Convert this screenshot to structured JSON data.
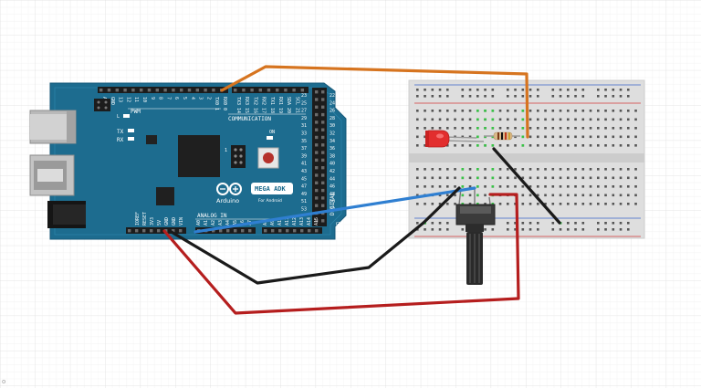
{
  "board": {
    "pwm_label": "PWM",
    "communication_label": "COMMUNICATION",
    "tx_label": "TX",
    "rx_label": "RX",
    "l_label": "L",
    "on_label": "ON",
    "brand": "Arduino",
    "model": "MEGA ADK",
    "sub": "For Android",
    "analog_in_label": "ANALOG IN",
    "digital_label": "DIGITAL",
    "icsp_label": "1",
    "pwm_pins": [
      "13",
      "12",
      "11",
      "10",
      "9",
      "8",
      "7",
      "6",
      "5",
      "4",
      "3",
      "2",
      "TX0 1",
      "RX0 0"
    ],
    "comm_pins": [
      "TX3 14",
      "RX3 15",
      "TX2 16",
      "RX2 17",
      "TX1 18",
      "RX1 19",
      "SDA 20",
      "SCL 21"
    ],
    "digital_pins": [
      "22",
      "24",
      "26",
      "28",
      "30",
      "32",
      "34",
      "36",
      "38",
      "40",
      "42",
      "44",
      "46",
      "48",
      "50",
      "52"
    ],
    "digital_pins_b": [
      "23",
      "25",
      "27",
      "29",
      "31",
      "33",
      "35",
      "37",
      "39",
      "41",
      "43",
      "45",
      "47",
      "49",
      "51",
      "53"
    ],
    "power_pins": [
      "IOREF",
      "RESET",
      "3V3",
      "5V",
      "GND",
      "GND",
      "VIN"
    ],
    "analog_pins": [
      "A0",
      "A1",
      "A2",
      "A3",
      "A4",
      "A5",
      "A6",
      "A7",
      "A8",
      "A9",
      "A10",
      "A11",
      "A12",
      "A13",
      "A14",
      "A15"
    ],
    "top_left_pins": [
      "AREF",
      "GND"
    ],
    "gnd_label": "GND"
  },
  "colors": {
    "board": "#1d6c8f",
    "wire_orange": "#d6741f",
    "wire_blue": "#2f7fd1",
    "wire_black": "#1a1a1a",
    "wire_red": "#b51e1e",
    "led": "#e22e2e",
    "rail_blue": "#3a64c7",
    "rail_red": "#d23a3a",
    "active_hole": "#39c447"
  },
  "corner_mark": "o"
}
